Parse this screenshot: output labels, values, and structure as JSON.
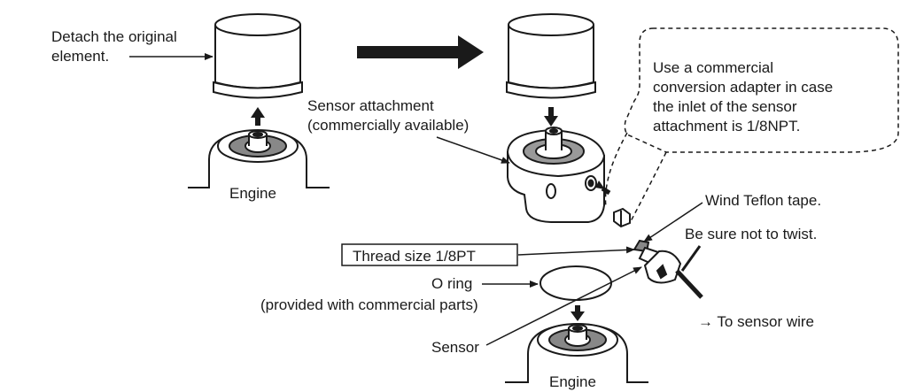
{
  "labels": {
    "detach_line1": "Detach the original",
    "detach_line2": "element.",
    "engine_left": "Engine",
    "engine_bottom": "Engine",
    "sensor_attachment_line1": "Sensor attachment",
    "sensor_attachment_line2": "(commercially available)",
    "adapter_note": [
      "Use a commercial",
      "conversion adapter in case",
      "the inlet of the sensor",
      "attachment is 1/8NPT."
    ],
    "teflon": "Wind Teflon tape.",
    "no_twist": "Be sure not to twist.",
    "thread_size": "Thread size 1/8PT",
    "o_ring_line1": "O ring",
    "o_ring_line2": "(provided with commercial parts)",
    "sensor": "Sensor",
    "to_sensor_wire": "→ To sensor wire"
  },
  "colors": {
    "ink": "#1a1a1a",
    "background": "#ffffff"
  }
}
